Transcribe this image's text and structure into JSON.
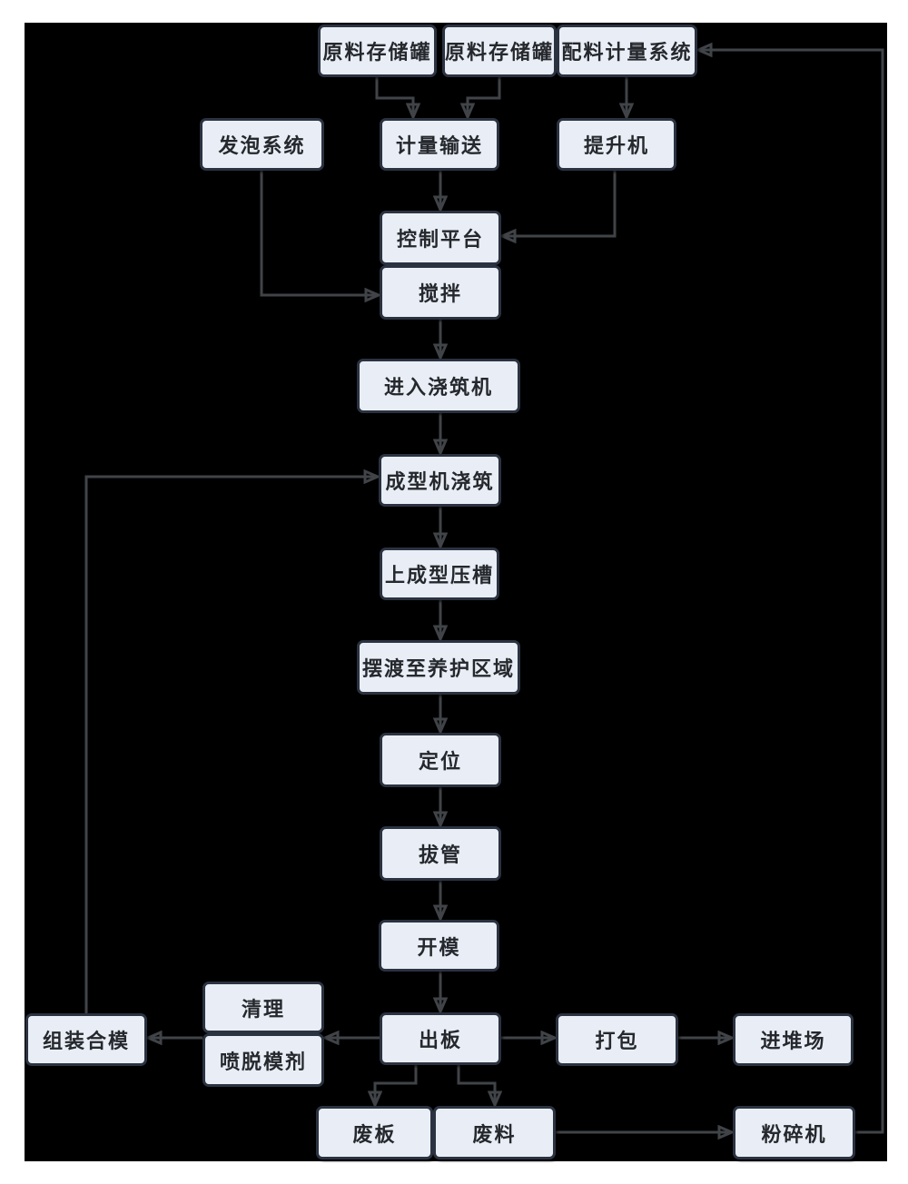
{
  "diagram": {
    "type": "flowchart",
    "language": "zh-CN",
    "colors": {
      "page_background": "#ffffff",
      "canvas_background": "#000000",
      "node_fill": "#e9eef6",
      "node_border": "#2b3240",
      "connector": "#404347",
      "text": "#25282d"
    },
    "nodes": [
      {
        "id": "raw-material-tank-1",
        "label": "原料存储罐"
      },
      {
        "id": "raw-material-tank-2",
        "label": "原料存储罐"
      },
      {
        "id": "batching-metering-system",
        "label": "配料计量系统"
      },
      {
        "id": "foaming-system",
        "label": "发泡系统"
      },
      {
        "id": "metering-conveyor",
        "label": "计量输送"
      },
      {
        "id": "bucket-elevator",
        "label": "提升机"
      },
      {
        "id": "control-platform",
        "label": "控制平台"
      },
      {
        "id": "mixing",
        "label": "搅拌"
      },
      {
        "id": "enter-pouring-machine",
        "label": "进入浇筑机"
      },
      {
        "id": "forming-machine-pouring",
        "label": "成型机浇筑"
      },
      {
        "id": "upper-forming-groove",
        "label": "上成型压槽"
      },
      {
        "id": "ferry-to-curing-area",
        "label": "摆渡至养护区域"
      },
      {
        "id": "positioning",
        "label": "定位"
      },
      {
        "id": "pipe-pulling",
        "label": "拔管"
      },
      {
        "id": "mold-opening",
        "label": "开模"
      },
      {
        "id": "cleaning",
        "label": "清理"
      },
      {
        "id": "spray-release-agent",
        "label": "喷脱模剂"
      },
      {
        "id": "assemble-close-mold",
        "label": "组装合模"
      },
      {
        "id": "board-output",
        "label": "出板"
      },
      {
        "id": "packing",
        "label": "打包"
      },
      {
        "id": "to-stack-yard",
        "label": "进堆场"
      },
      {
        "id": "waste-board",
        "label": "废板"
      },
      {
        "id": "waste-material",
        "label": "废料"
      },
      {
        "id": "crusher",
        "label": "粉碎机"
      }
    ],
    "edges": [
      {
        "from": "raw-material-tank-1",
        "to": "metering-conveyor"
      },
      {
        "from": "raw-material-tank-2",
        "to": "metering-conveyor"
      },
      {
        "from": "batching-metering-system",
        "to": "bucket-elevator"
      },
      {
        "from": "metering-conveyor",
        "to": "control-platform"
      },
      {
        "from": "bucket-elevator",
        "to": "control-platform"
      },
      {
        "from": "foaming-system",
        "to": "mixing"
      },
      {
        "from": "mixing",
        "to": "enter-pouring-machine"
      },
      {
        "from": "enter-pouring-machine",
        "to": "forming-machine-pouring"
      },
      {
        "from": "forming-machine-pouring",
        "to": "upper-forming-groove"
      },
      {
        "from": "upper-forming-groove",
        "to": "ferry-to-curing-area"
      },
      {
        "from": "ferry-to-curing-area",
        "to": "positioning"
      },
      {
        "from": "positioning",
        "to": "pipe-pulling"
      },
      {
        "from": "pipe-pulling",
        "to": "mold-opening"
      },
      {
        "from": "mold-opening",
        "to": "board-output"
      },
      {
        "from": "board-output",
        "to": "cleaning"
      },
      {
        "from": "cleaning",
        "to": "assemble-close-mold"
      },
      {
        "from": "assemble-close-mold",
        "to": "forming-machine-pouring"
      },
      {
        "from": "board-output",
        "to": "packing"
      },
      {
        "from": "packing",
        "to": "to-stack-yard"
      },
      {
        "from": "board-output",
        "to": "waste-board"
      },
      {
        "from": "board-output",
        "to": "waste-material"
      },
      {
        "from": "waste-material",
        "to": "crusher"
      },
      {
        "from": "crusher",
        "to": "batching-metering-system"
      }
    ]
  }
}
